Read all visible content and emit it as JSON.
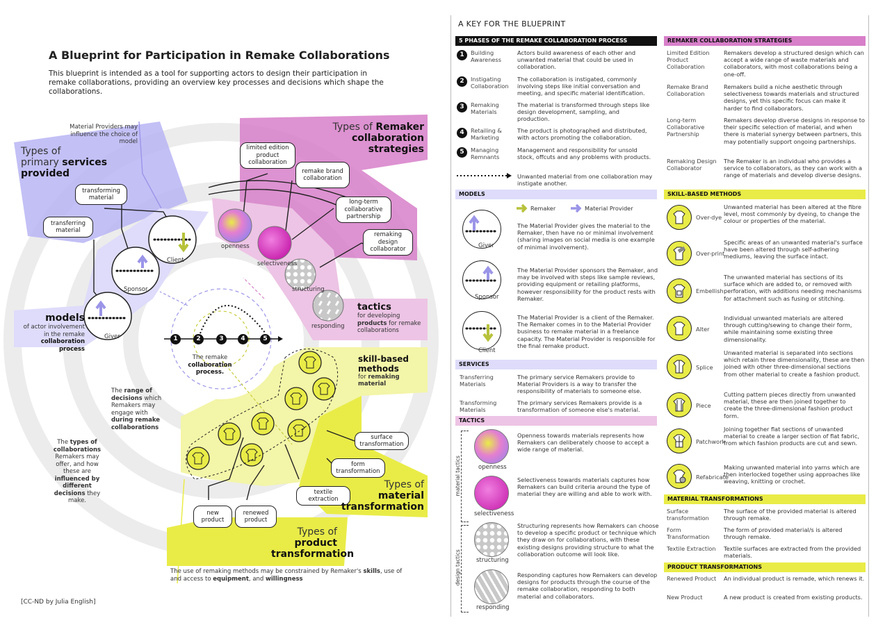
{
  "blueprint": {
    "title": "A Blueprint for Participation in Remake Collaborations",
    "subtitle": "This blueprint is intended as a tool for supporting actors to design their participation in remake collaborations, providing an overview key processes and decisions which shape the collaborations.",
    "material_note": "Material Providers may influence the choice of model",
    "services_title_1": "Types of",
    "services_title_2": "primary",
    "services_title_3": "services provided",
    "services": [
      "transforming material",
      "transferring material"
    ],
    "models_title": "models",
    "models_sub_1": "of actor involvement in the remake",
    "models_sub_2": "collaboration process",
    "model_labels": [
      "Client",
      "Sponsor",
      "Giver"
    ],
    "strategies_title_1": "Types of",
    "strategies_title_2": "Remaker collaboration strategies",
    "strategies": [
      "limited edition product collaboration",
      "remake brand collaboration",
      "long-term collaborative partnership",
      "remaking design collaborator"
    ],
    "tactic_labels": [
      "openness",
      "selectiveness",
      "structuring",
      "responding"
    ],
    "tactics_title": "tactics",
    "tactics_sub_1": "for developing",
    "tactics_sub_2": "products",
    "tactics_sub_3": "for remake collaborations",
    "phases": [
      "1",
      "2",
      "3",
      "4",
      "5"
    ],
    "process_1": "The remake",
    "process_2": "collaboration process.",
    "skill_title": "skill-based methods",
    "skill_sub_1": "for",
    "skill_sub_2": "remaking material",
    "range_1": "The",
    "range_2": "range of decisions",
    "range_3": "which Remakers may engage with",
    "range_4": "during remake collaborations",
    "types_1": "The",
    "types_2": "types of collaborations",
    "types_3": "Remakers may offer, and how these are",
    "types_4": "influenced by different decisions",
    "types_5": "they make.",
    "material_transformations": [
      "surface transformation",
      "form transformation",
      "textile extraction"
    ],
    "material_title_1": "Types of",
    "material_title_2": "material transformation",
    "products": [
      "new product",
      "renewed product"
    ],
    "product_title_1": "Types of",
    "product_title_2": "product transformation",
    "constraint_1": "The use of remaking methods may be constrained by Remaker's",
    "constraint_skills": "skills",
    "constraint_2": ", use of and access to",
    "constraint_equipment": "equipment",
    "constraint_3": ", and",
    "constraint_willingness": "willingness",
    "credit": "[CC-ND by Julia English]"
  },
  "key": {
    "title": "A KEY FOR THE BLUEPRINT",
    "phases_header": "5 PHASES OF THE REMAKE COLLABORATION PROCESS",
    "phases": [
      {
        "num": "1",
        "term": "Building Awareness",
        "desc": "Actors build awareness of each other and unwanted material that could be used in collaboration."
      },
      {
        "num": "2",
        "term": "Instigating Collaboration",
        "desc": "The collaboration is instigated, commonly involving steps like initial conversation and meeting, and specific material identification."
      },
      {
        "num": "3",
        "term": "Remaking Materials",
        "desc": "The material is transformed through steps like design development, sampling, and production."
      },
      {
        "num": "4",
        "term": "Retailing & Marketing",
        "desc": "The product is photographed and distributed, with actors promoting the collaboration."
      },
      {
        "num": "5",
        "term": "Managing Remnants",
        "desc": "Management and responsibility for unsold stock, offcuts and any problems with products."
      }
    ],
    "instigate_desc": "Unwanted material from one collaboration may instigate another.",
    "models_header": "MODELS",
    "legend_remaker": "Remaker",
    "legend_provider": "Material Provider",
    "models": [
      {
        "label": "Giver",
        "desc": "The Material Provider gives the material to the Remaker, then have no or minimal involvement (sharing images on social media is one example of minimal involvement)."
      },
      {
        "label": "Sponsor",
        "desc": "The Material Provider sponsors the Remaker, and may be involved with steps like sample reviews, providing equipment or retailing platforms, however responsibility for the product rests with Remaker."
      },
      {
        "label": "Client",
        "desc": "The Material Provider is a client of the Remaker. The Remaker comes in to the Material Provider business to remake material in a freelance capacity. The Material Provider is responsible for the final remake product."
      }
    ],
    "services_header": "SERVICES",
    "services": [
      {
        "term": "Transferring Materials",
        "desc": "The primary service Remakers provide to Material Providers is a way to transfer the responsibility of materials to someone else."
      },
      {
        "term": "Transforming Materials",
        "desc": "The primary services Remakers provide is a transformation of someone else's material."
      }
    ],
    "tactics_header": "TACTICS",
    "tactic_group_1": "material tactics",
    "tactic_group_2": "design tactics",
    "tactics": [
      {
        "label": "openness",
        "desc": "Openness towards materials represents how Remakers can deliberately choose to accept a wide range of material."
      },
      {
        "label": "selectiveness",
        "desc": "Selectiveness towards materials captures how Remakers can build criteria around the type of material they are willing and able to work with."
      },
      {
        "label": "structuring",
        "desc": "Structuring represents how Remakers can choose to develop a specific product or technique which they draw on for collaborations, with these existing designs providing structure to what the collaboration outcome will look like."
      },
      {
        "label": "responding",
        "desc": "Responding captures how Remakers can develop designs for products through the course of the remake collaboration, responding to both material and collaborators."
      }
    ],
    "strategies_header": "REMAKER COLLABORATION STRATEGIES",
    "strategies": [
      {
        "term": "Limited Edition Product Collaboration",
        "desc": "Remakers develop a structured design which can accept a wide range of waste materials and collaborators, with most collaborations being a one-off."
      },
      {
        "term": "Remake Brand Collaboration",
        "desc": "Remakers build a niche aesthetic through selectiveness towards materials and structured designs, yet this specific focus can make it harder to find collaborators."
      },
      {
        "term": "Long-term Collaborative Partnership",
        "desc": "Remakers develop diverse designs in response to their specific selection of material, and when there is material synergy between partners, this may potentially support ongoing partnerships."
      },
      {
        "term": "Remaking Design Collaborator",
        "desc": "The Remaker is an individual who provides a service to collaborators, as they can work with a range of materials and develop diverse designs."
      }
    ],
    "skills_header": "SKILL-BASED METHODS",
    "skills": [
      {
        "term": "Over-dye",
        "desc": "Unwanted material has been altered at the fibre level, most commonly by dyeing, to change the colour or properties of the material."
      },
      {
        "term": "Over-print",
        "desc": "Specific areas of an unwanted material's surface have been altered through self-adhering mediums, leaving the surface intact."
      },
      {
        "term": "Embellish",
        "desc": "The unwanted material has sections of its surface which are added to, or removed with perforation, with additions needing mechanisms for attachment such as fusing or stitching."
      },
      {
        "term": "Alter",
        "desc": "Individual unwanted materials are altered through cutting/sewing to change their form, while maintaining some existing three dimensionality."
      },
      {
        "term": "Splice",
        "desc": "Unwanted material is separated into sections which retain three dimensionality, these are then joined with other three-dimensional sections from other material to create a fashion product."
      },
      {
        "term": "Piece",
        "desc": "Cutting pattern pieces directly from unwanted material, these are then joined together to create the three-dimensional fashion product form."
      },
      {
        "term": "Patchwork",
        "desc": "Joining together flat sections of unwanted material to create a larger section of flat fabric, from which fashion products are cut and sewn."
      },
      {
        "term": "Refabricate",
        "desc": "Making unwanted material into yarns which are then interlocked together using approaches like weaving, knitting or crochet."
      }
    ],
    "material_header": "MATERIAL TRANSFORMATIONS",
    "material": [
      {
        "term": "Surface transformation",
        "desc": "The surface of the provided material is altered through remake."
      },
      {
        "term": "Form Transformation",
        "desc": "The form of provided material/s is altered through remake."
      },
      {
        "term": "Textile Extraction",
        "desc": "Textile surfaces are extracted from the provided materials."
      }
    ],
    "product_header": "PRODUCT TRANSFORMATIONS",
    "product": [
      {
        "term": "Renewed Product",
        "desc": "An individual product is remade, which renews it."
      },
      {
        "term": "New Product",
        "desc": "A new product is created from existing products."
      }
    ]
  },
  "colors": {
    "purple": "#b9b5f4",
    "purple_light": "#dedcfa",
    "pink": "#d77fc9",
    "pink_light": "#edc4e5",
    "yellow": "#e9ec47",
    "yellow_light": "#f3f5a8",
    "grey_ring": "#ececec",
    "black": "#111111"
  }
}
